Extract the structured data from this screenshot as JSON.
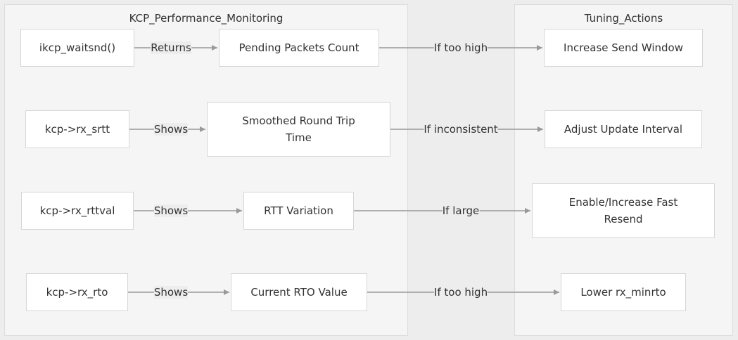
{
  "clusters": {
    "monitoring": {
      "title": "KCP_Performance_Monitoring"
    },
    "tuning": {
      "title": "Tuning_Actions"
    }
  },
  "nodes": {
    "waitsnd": "ikcp_waitsnd()",
    "pending": "Pending Packets Count",
    "increase_window": "Increase Send Window",
    "rx_srtt": "kcp->rx_srtt",
    "srtt": "Smoothed Round Trip Time",
    "adjust_interval": "Adjust Update Interval",
    "rx_rttval": "kcp->rx_rttval",
    "rtt_var": "RTT Variation",
    "fast_resend": "Enable/Increase Fast Resend",
    "rx_rto": "kcp->rx_rto",
    "rto_value": "Current RTO Value",
    "lower_minrto": "Lower rx_minrto"
  },
  "edges": {
    "e1": "Returns",
    "e2": "If too high",
    "e3": "Shows",
    "e4": "If inconsistent",
    "e5": "Shows",
    "e6": "If large",
    "e7": "Shows",
    "e8": "If too high"
  },
  "colors": {
    "edge": "#999999",
    "node_border": "#d6d6d6",
    "cluster_bg": "#f5f5f5"
  }
}
